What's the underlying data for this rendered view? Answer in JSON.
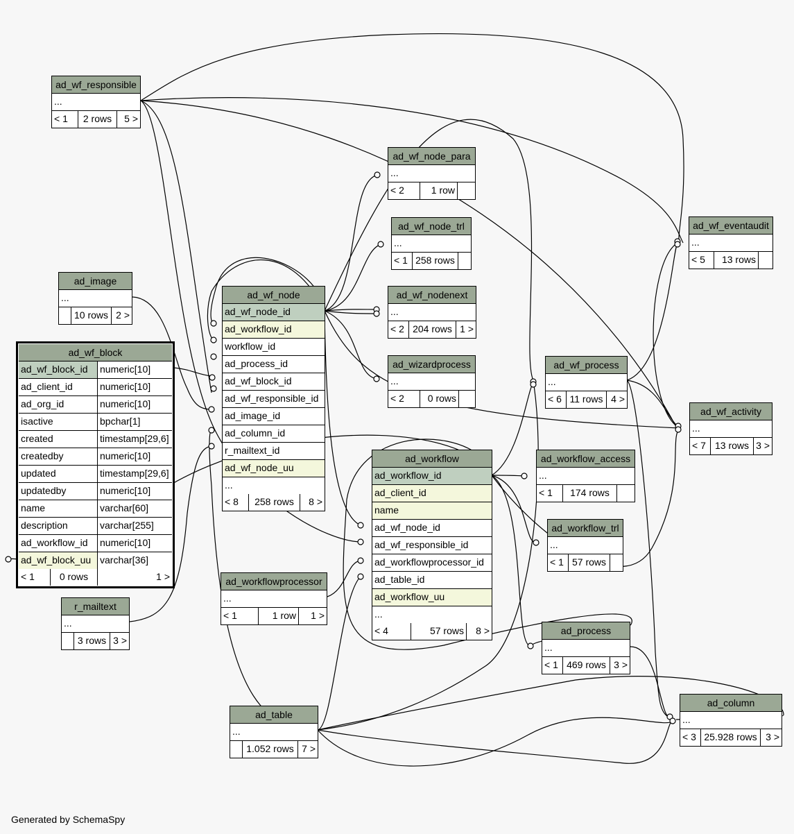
{
  "footer": "Generated by SchemaSpy",
  "tables": {
    "ad_wf_responsible": {
      "title": "ad_wf_responsible",
      "row": "...",
      "stats": [
        "< 1",
        "2 rows",
        "5 >"
      ]
    },
    "ad_image": {
      "title": "ad_image",
      "row": "...",
      "stats": [
        "",
        "10 rows",
        "2 >"
      ]
    },
    "ad_wf_block": {
      "title": "ad_wf_block",
      "columns": [
        {
          "name": "ad_wf_block_id",
          "type": "numeric[10]",
          "kind": "pk"
        },
        {
          "name": "ad_client_id",
          "type": "numeric[10]",
          "kind": ""
        },
        {
          "name": "ad_org_id",
          "type": "numeric[10]",
          "kind": ""
        },
        {
          "name": "isactive",
          "type": "bpchar[1]",
          "kind": ""
        },
        {
          "name": "created",
          "type": "timestamp[29,6]",
          "kind": ""
        },
        {
          "name": "createdby",
          "type": "numeric[10]",
          "kind": ""
        },
        {
          "name": "updated",
          "type": "timestamp[29,6]",
          "kind": ""
        },
        {
          "name": "updatedby",
          "type": "numeric[10]",
          "kind": ""
        },
        {
          "name": "name",
          "type": "varchar[60]",
          "kind": ""
        },
        {
          "name": "description",
          "type": "varchar[255]",
          "kind": ""
        },
        {
          "name": "ad_workflow_id",
          "type": "numeric[10]",
          "kind": ""
        },
        {
          "name": "ad_wf_block_uu",
          "type": "varchar[36]",
          "kind": "fk"
        }
      ],
      "stats": [
        "< 1",
        "0 rows",
        "1 >"
      ]
    },
    "r_mailtext": {
      "title": "r_mailtext",
      "row": "...",
      "stats": [
        "",
        "3 rows",
        "3 >"
      ]
    },
    "ad_wf_node": {
      "title": "ad_wf_node",
      "columns": [
        {
          "name": "ad_wf_node_id",
          "kind": "pk"
        },
        {
          "name": "ad_workflow_id",
          "kind": "fk"
        },
        {
          "name": "workflow_id",
          "kind": ""
        },
        {
          "name": "ad_process_id",
          "kind": ""
        },
        {
          "name": "ad_wf_block_id",
          "kind": ""
        },
        {
          "name": "ad_wf_responsible_id",
          "kind": ""
        },
        {
          "name": "ad_image_id",
          "kind": ""
        },
        {
          "name": "ad_column_id",
          "kind": ""
        },
        {
          "name": "r_mailtext_id",
          "kind": ""
        },
        {
          "name": "ad_wf_node_uu",
          "kind": "fk"
        },
        {
          "name": "...",
          "kind": ""
        }
      ],
      "stats": [
        "< 8",
        "258 rows",
        "8 >"
      ]
    },
    "ad_workflowprocessor": {
      "title": "ad_workflowprocessor",
      "row": "...",
      "stats": [
        "< 1",
        "1 row",
        "1 >"
      ]
    },
    "ad_table": {
      "title": "ad_table",
      "row": "...",
      "stats": [
        "",
        "1.052 rows",
        "7 >"
      ]
    },
    "ad_wf_node_para": {
      "title": "ad_wf_node_para",
      "row": "...",
      "stats": [
        "< 2",
        "1 row",
        ""
      ]
    },
    "ad_wf_node_trl": {
      "title": "ad_wf_node_trl",
      "row": "...",
      "stats": [
        "< 1",
        "258 rows",
        ""
      ]
    },
    "ad_wf_nodenext": {
      "title": "ad_wf_nodenext",
      "row": "...",
      "stats": [
        "< 2",
        "204 rows",
        "1 >"
      ]
    },
    "ad_wizardprocess": {
      "title": "ad_wizardprocess",
      "row": "...",
      "stats": [
        "< 2",
        "0 rows",
        ""
      ]
    },
    "ad_workflow": {
      "title": "ad_workflow",
      "columns": [
        {
          "name": "ad_workflow_id",
          "kind": "pk"
        },
        {
          "name": "ad_client_id",
          "kind": "fk"
        },
        {
          "name": "name",
          "kind": "fk"
        },
        {
          "name": "ad_wf_node_id",
          "kind": ""
        },
        {
          "name": "ad_wf_responsible_id",
          "kind": ""
        },
        {
          "name": "ad_workflowprocessor_id",
          "kind": ""
        },
        {
          "name": "ad_table_id",
          "kind": ""
        },
        {
          "name": "ad_workflow_uu",
          "kind": "fk"
        },
        {
          "name": "...",
          "kind": ""
        }
      ],
      "stats": [
        "< 4",
        "57 rows",
        "8 >"
      ]
    },
    "ad_wf_process": {
      "title": "ad_wf_process",
      "row": "...",
      "stats": [
        "< 6",
        "11 rows",
        "4 >"
      ]
    },
    "ad_workflow_access": {
      "title": "ad_workflow_access",
      "row": "...",
      "stats": [
        "< 1",
        "174 rows",
        ""
      ]
    },
    "ad_workflow_trl": {
      "title": "ad_workflow_trl",
      "row": "...",
      "stats": [
        "< 1",
        "57 rows",
        ""
      ]
    },
    "ad_process": {
      "title": "ad_process",
      "row": "...",
      "stats": [
        "< 1",
        "469 rows",
        "3 >"
      ]
    },
    "ad_wf_eventaudit": {
      "title": "ad_wf_eventaudit",
      "row": "...",
      "stats": [
        "< 5",
        "13 rows",
        ""
      ]
    },
    "ad_wf_activity": {
      "title": "ad_wf_activity",
      "row": "...",
      "stats": [
        "< 7",
        "13 rows",
        "3 >"
      ]
    },
    "ad_column": {
      "title": "ad_column",
      "row": "...",
      "stats": [
        "< 3",
        "25.928 rows",
        "3 >"
      ]
    }
  }
}
